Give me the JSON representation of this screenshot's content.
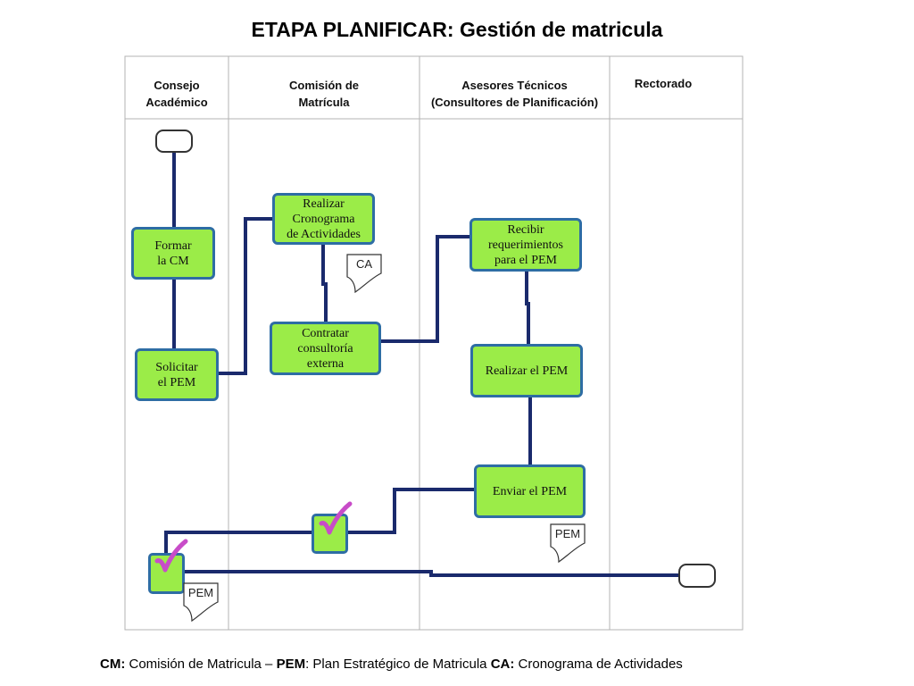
{
  "title": "ETAPA PLANIFICAR: Gestión  de matricula",
  "lanes": [
    {
      "line1": "Consejo",
      "line2": "Académico"
    },
    {
      "line1": "Comisión  de",
      "line2": "Matrícula"
    },
    {
      "line1": "Asesores Técnicos",
      "line2": "(Consultores de Planificación)"
    },
    {
      "line1": "Rectorado",
      "line2": ""
    }
  ],
  "processes": {
    "formar": "Formar\nla CM",
    "solicitar": "Solicitar\nel PEM",
    "cronograma": "Realizar\nCronograma\nde Actividades",
    "contratar": "Contratar\nconsultoría\nexterna",
    "recibir": "Recibir\nrequerimientos\npara el PEM",
    "realizar_pem": "Realizar el PEM",
    "enviar_pem": "Enviar el PEM"
  },
  "documents": {
    "ca": "CA",
    "pem_asesores": "PEM",
    "pem_consejo": "PEM"
  },
  "legend": {
    "cm_key": "CM:",
    "cm_text": " Comisión de Matricula – ",
    "pem_key": "PEM",
    "pem_text": ": Plan Estratégico de Matricula ",
    "ca_key": "CA:",
    "ca_text": " Cronograma de Actividades"
  },
  "colors": {
    "process_fill": "#9bec48",
    "process_border": "#2e6da4",
    "connector": "#1a2a6c",
    "check": "#c84cc8"
  }
}
